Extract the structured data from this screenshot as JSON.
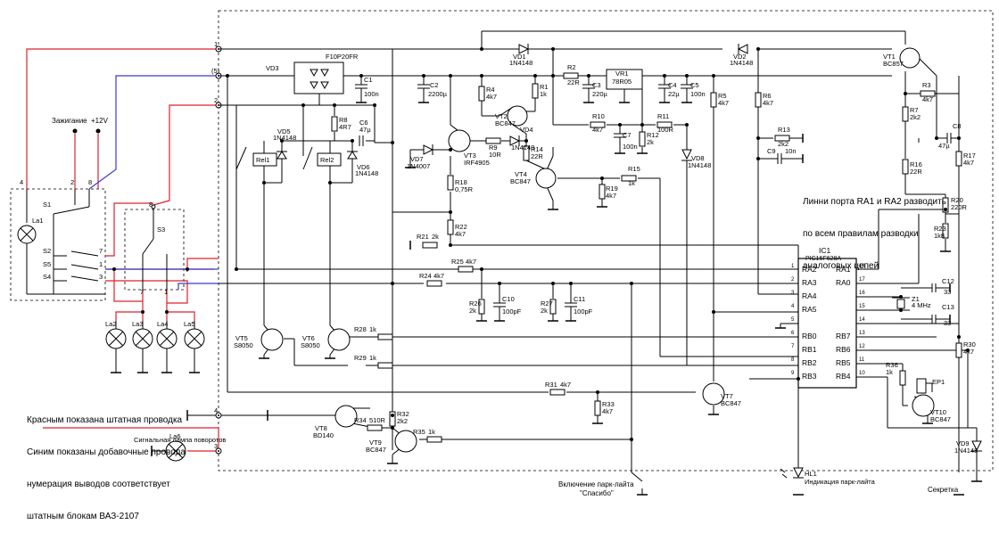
{
  "notes": {
    "legend_line1": "Красным показана штатная проводка",
    "legend_line2": "Синим показаны добавочные провода",
    "legend_line3": "нумерация выводов соответствует",
    "legend_line4": "штатным блокам ВАЗ-2107",
    "analog_line1": "Линни порта RA1 и RA2 разводить",
    "analog_line2": "по всем правилам разводки",
    "analog_line3": "аналоговых цепей"
  },
  "inputs": {
    "ignition": "Зажигание",
    "plus12": "+12V",
    "turn_lamp": "Сигнальная лампа поворотов",
    "park_button_1": "Включение парк-лайта",
    "park_button_2": "\"Спасибо\"",
    "secret": "Секретка",
    "park_led": "Индикация парк-лайта"
  },
  "connector_pins": [
    "1",
    "(5)",
    "2",
    "4",
    "3"
  ],
  "switch_block": {
    "lamps": [
      "La1",
      "La2",
      "La3",
      "La4",
      "La5",
      "La6"
    ],
    "switches": [
      "S1",
      "S2",
      "S5",
      "S4",
      "S3"
    ],
    "pins": [
      "4",
      "2",
      "8",
      "7",
      "1",
      "3",
      "8",
      "7",
      "1"
    ]
  },
  "components": {
    "vd3": "VD3",
    "vd3_part": "F10P20FR",
    "c1": "C1",
    "c1_val": "100n",
    "c2": "C2",
    "c2_val": "2200µ",
    "vd1": "VD1",
    "vd1_part": "1N4148",
    "r4": "R4",
    "r4_val": "4k7",
    "r1": "R1",
    "r1_val": "1k",
    "r2": "R2",
    "r2_val": "22R",
    "c3": "C3",
    "c3_val": "220µ",
    "vr1": "VR1",
    "vr1_part": "78R05",
    "c4": "C4",
    "c4_val": "22µ",
    "c5": "C5",
    "c5_val": "100n",
    "vd2": "VD2",
    "vd2_part": "1N4148",
    "r6": "R6",
    "r6_val": "4k7",
    "r5": "R5",
    "r5_val": "4k7",
    "vt1": "VT1",
    "vt1_part": "BC857",
    "r3": "R3",
    "r3_val": "4k7",
    "r7": "R7",
    "r7_val": "2k2",
    "c8": "C8",
    "c8_val": "47µ",
    "r17": "R17",
    "r17_val": "4k7",
    "r16": "R16",
    "r16_val": "22R",
    "r20": "R20",
    "r20_val": "220R",
    "r23": "R23",
    "r23_val": "1k8",
    "vd5": "VD5",
    "vd5_part": "1N4148",
    "r8": "R8",
    "r8_val": "4R7",
    "c6": "C6",
    "c6_val": "47µ",
    "vd6": "VD6",
    "vd6_part": "1N4148",
    "rel1": "Rel1",
    "rel2": "Rel2",
    "vt2": "VT2",
    "vt2_part": "BC847",
    "vd4": "VD4",
    "vd4_part": "1N4148",
    "r10": "R10",
    "r10_val": "4k7",
    "c7": "C7",
    "c7_val": "100n",
    "r11": "R11",
    "r11_val": "100R",
    "r12": "R12",
    "r12_val": "2k",
    "r13": "R13",
    "r13_val": "2k2",
    "c9": "C9",
    "c9_val": "10n",
    "vd8": "VD8",
    "vd8_part": "1N4148",
    "vd7": "VD7",
    "vd7_part": "1N4007",
    "vt3": "VT3",
    "vt3_part": "IRF4905",
    "r9": "R9",
    "r9_val": "10R",
    "r14": "R14",
    "r14_val": "22R",
    "vt4": "VT4",
    "vt4_part": "BC847",
    "r15": "R15",
    "r15_val": "1k",
    "r19": "R19",
    "r19_val": "4k7",
    "r18": "R18",
    "r18_val": "0,75R",
    "r22": "R22",
    "r22_val": "4k7",
    "r21": "R21",
    "r21_val": "2k",
    "r25": "R25",
    "r25_val": "4k7",
    "r24": "R24",
    "r24_val": "4k7",
    "r26": "R26",
    "r26_val": "2k",
    "c10": "C10",
    "c10_val": "100pF",
    "r27": "R27",
    "r27_val": "2k",
    "c11": "C11",
    "c11_val": "100pF",
    "vt5": "VT5",
    "vt5_part": "S8050",
    "vt6": "VT6",
    "vt6_part": "S8050",
    "r28": "R28",
    "r28_val": "1k",
    "r29": "R29",
    "r29_val": "1k",
    "r31": "R31",
    "r31_val": "4k7",
    "r33": "R33",
    "r33_val": "4k7",
    "vt7": "VT7",
    "vt7_part": "BC847",
    "vt8": "VT8",
    "vt8_part": "BD140",
    "r34": "R34",
    "r34_val": "510R",
    "r32": "R32",
    "r32_val": "2k2",
    "vt9": "VT9",
    "vt9_part": "BC847",
    "r35": "R35",
    "r35_val": "1k",
    "c12": "C12",
    "c12_val": "33",
    "c13": "C13",
    "c13_val": "33",
    "z1": "Z1",
    "z1_val": "4 MHz",
    "r30": "R30",
    "r30_val": "4k7",
    "r36": "R36",
    "r36_val": "1k",
    "ep1": "EP1",
    "vt10": "VT10",
    "vt10_part": "BC847",
    "vd9": "VD9",
    "vd9_part": "1N4148",
    "hl1": "HL1"
  },
  "ic1": {
    "name": "IC1",
    "part": "PIC16F628A",
    "left_pins": [
      {
        "num": "1",
        "name": "RA2"
      },
      {
        "num": "2",
        "name": "RA3"
      },
      {
        "num": "3",
        "name": "RA4"
      },
      {
        "num": "4",
        "name": "RA5"
      },
      {
        "num": "5",
        "name": ""
      },
      {
        "num": "6",
        "name": "RB0"
      },
      {
        "num": "7",
        "name": "RB1"
      },
      {
        "num": "8",
        "name": "RB2"
      },
      {
        "num": "9",
        "name": "RB3"
      }
    ],
    "right_pins": [
      {
        "num": "18",
        "name": "RA1"
      },
      {
        "num": "17",
        "name": "RA0"
      },
      {
        "num": "16",
        "name": ""
      },
      {
        "num": "15",
        "name": ""
      },
      {
        "num": "14",
        "name": ""
      },
      {
        "num": "13",
        "name": "RB7"
      },
      {
        "num": "12",
        "name": "RB6"
      },
      {
        "num": "11",
        "name": "RB5"
      },
      {
        "num": "10",
        "name": "RB4"
      }
    ]
  },
  "colors": {
    "factory_wiring": "#e0202a",
    "added_wiring": "#3a3ad0",
    "wire": "#000000"
  }
}
